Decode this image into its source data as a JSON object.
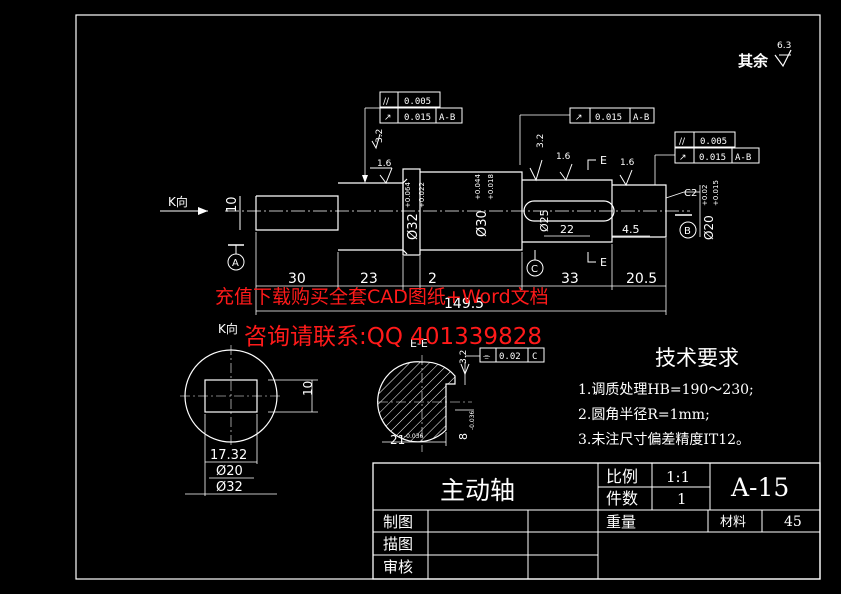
{
  "roughness_default": {
    "prefix": "其余",
    "value": "6.3"
  },
  "part_name": "主动轴",
  "drawing_number": "A-15",
  "title_block": {
    "scale_label": "比例",
    "scale_value": "1:1",
    "quantity_label": "件数",
    "quantity_value": "1",
    "weight_label": "重量",
    "material_label": "材料",
    "material_value": "45",
    "drawn_label": "制图",
    "traced_label": "描图",
    "checked_label": "审核"
  },
  "tech_requirements": {
    "title": "技术要求",
    "items": [
      "1.调质处理HB=190～230;",
      "2.圆角半径R=1mm;",
      "3.未注尺寸偏差精度IT12。"
    ]
  },
  "watermark": {
    "line1": "充值下载购买全套CAD图纸+Word文档",
    "line2": "咨询请联系:QQ 401339828"
  },
  "main_view": {
    "k_direction": "K向",
    "datum_a": "A",
    "datum_b": "B",
    "datum_c": "C",
    "section_mark": "E",
    "dimensions": {
      "d_left_height": "10",
      "len_30": "30",
      "len_23": "23",
      "len_2": "2",
      "len_33": "33",
      "len_20_5": "20.5",
      "total": "149.5",
      "d32": "Ø32",
      "d32_tol_upper": "+0.064",
      "d32_tol_lower": "+0.022",
      "d30": "Ø30",
      "d30_tol_upper": "+0.044",
      "d30_tol_lower": "+0.018",
      "d25": "Ø25",
      "keyway_len": "22",
      "keyway_offset": "4.5",
      "d20": "Ø20",
      "d20_tol_upper": "+0.02",
      "d20_tol_lower": "+0.015",
      "chamfer": "C2"
    },
    "roughness_marks": [
      "3.2",
      "1.6",
      "3.2",
      "1.6",
      "1.6"
    ],
    "gdt": [
      {
        "symbol": "//",
        "tolerance": "0.005",
        "datum": ""
      },
      {
        "symbol": "↗",
        "tolerance": "0.015",
        "datum": "A-B"
      },
      {
        "symbol": "↗",
        "tolerance": "0.015",
        "datum": "A-B"
      },
      {
        "symbol": "//",
        "tolerance": "0.005",
        "datum": ""
      },
      {
        "symbol": "↗",
        "tolerance": "0.015",
        "datum": "A-B"
      }
    ]
  },
  "k_view": {
    "label": "K向",
    "dim_10": "10",
    "dim_17_32": "17.32",
    "dim_20": "Ø20",
    "dim_32": "Ø32"
  },
  "section_view": {
    "label": "E-E",
    "roughness": "3.2",
    "gdt": {
      "symbol": "⌯",
      "tolerance": "0.02",
      "datum": "C"
    },
    "dim_21": "21",
    "dim_21_tol": "-0.036",
    "dim_8": "8",
    "dim_8_tol": "-0.036"
  },
  "colors": {
    "background": "#000000",
    "line": "#ffffff",
    "watermark": "#ff1a1a"
  }
}
